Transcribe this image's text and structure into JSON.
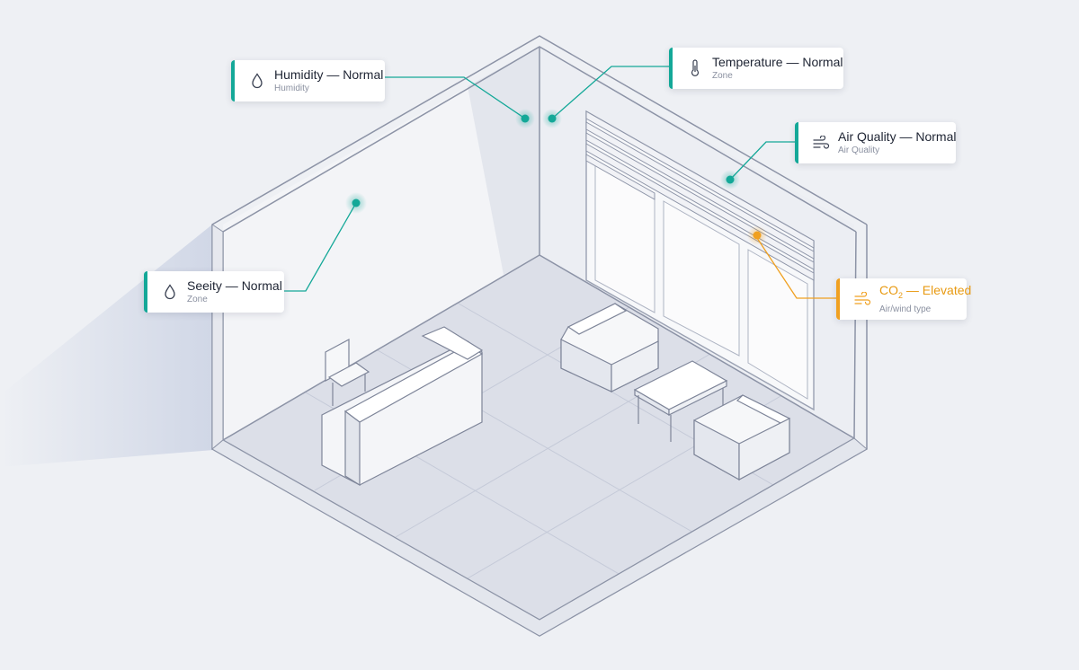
{
  "colors": {
    "accent": "#14a898",
    "warning": "#f0a020",
    "background": "#eef0f4"
  },
  "sensors": [
    {
      "id": "humidity",
      "title": "Humidity — Normal",
      "subtitle": "Humidity",
      "icon": "droplet-icon",
      "status": "normal"
    },
    {
      "id": "temperature",
      "title": "Temperature — Normal",
      "subtitle": "Zone",
      "icon": "thermometer-icon",
      "status": "normal"
    },
    {
      "id": "air-quality",
      "title": "Air Quality — Normal",
      "subtitle": "Air Quality",
      "icon": "wind-icon",
      "status": "normal"
    },
    {
      "id": "seeity",
      "title": "Seeity — Normal",
      "subtitle": "Zone",
      "icon": "droplet-icon",
      "status": "normal"
    },
    {
      "id": "co2",
      "title_main": "CO",
      "title_sub": "2",
      "title_rest": " — Elevated",
      "subtitle": "Air/wind type",
      "icon": "wind-icon",
      "status": "elevated"
    }
  ]
}
